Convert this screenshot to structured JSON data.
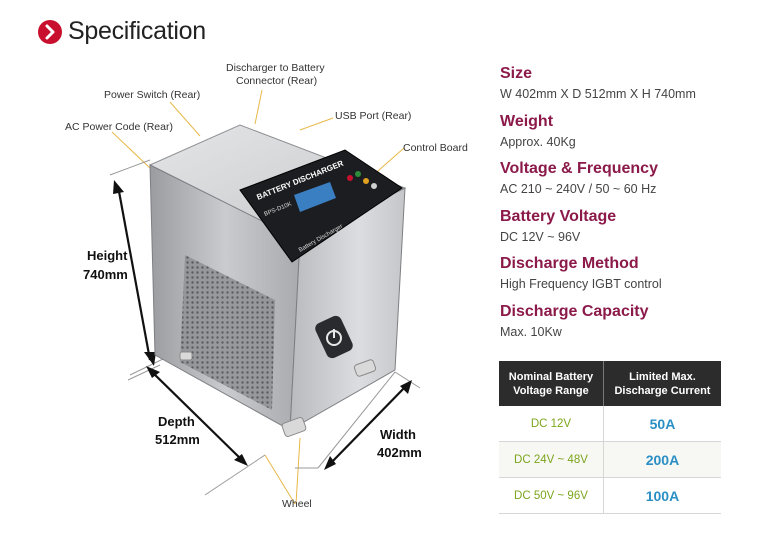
{
  "header": {
    "title": "Specification",
    "icon": "chevron-right-icon",
    "accent": "#c8102e"
  },
  "device": {
    "panel_brand": "BATTERY DISCHARGER",
    "panel_model": "BPS-D10K",
    "panel_sub": "Battery Discharger"
  },
  "callouts": {
    "ac_power": "AC Power Code (Rear)",
    "power_switch": "Power Switch (Rear)",
    "connector_line1": "Discharger to Battery",
    "connector_line2": "Connector (Rear)",
    "usb": "USB Port (Rear)",
    "control": "Control Board",
    "wheel": "Wheel"
  },
  "dimensions": {
    "height_label": "Height",
    "height_value": "740mm",
    "depth_label": "Depth",
    "depth_value": "512mm",
    "width_label": "Width",
    "width_value": "402mm"
  },
  "specs": [
    {
      "title": "Size",
      "value": "W 402mm  X  D 512mm  X  H 740mm"
    },
    {
      "title": "Weight",
      "value": "Approx. 40Kg"
    },
    {
      "title": "Voltage & Frequency",
      "value": "AC 210 ~ 240V / 50 ~ 60 Hz"
    },
    {
      "title": "Battery Voltage",
      "value": "DC 12V ~ 96V"
    },
    {
      "title": "Discharge Method",
      "value": "High Frequency IGBT control"
    },
    {
      "title": "Discharge Capacity",
      "value": "Max. 10Kw"
    }
  ],
  "table": {
    "col1_line1": "Nominal Battery",
    "col1_line2": "Voltage Range",
    "col2_line1": "Limited Max.",
    "col2_line2": "Discharge Current",
    "rows": [
      {
        "voltage": "DC 12V",
        "current": "50A"
      },
      {
        "voltage": "DC 24V ~ 48V",
        "current": "200A"
      },
      {
        "voltage": "DC 50V ~ 96V",
        "current": "100A"
      }
    ]
  },
  "colors": {
    "spec_title": "#8b1a4a",
    "voltage_text": "#7ca51d",
    "current_text": "#2a8fc4",
    "table_header": "#2c2c2c",
    "callout_line": "#e8b84a"
  }
}
